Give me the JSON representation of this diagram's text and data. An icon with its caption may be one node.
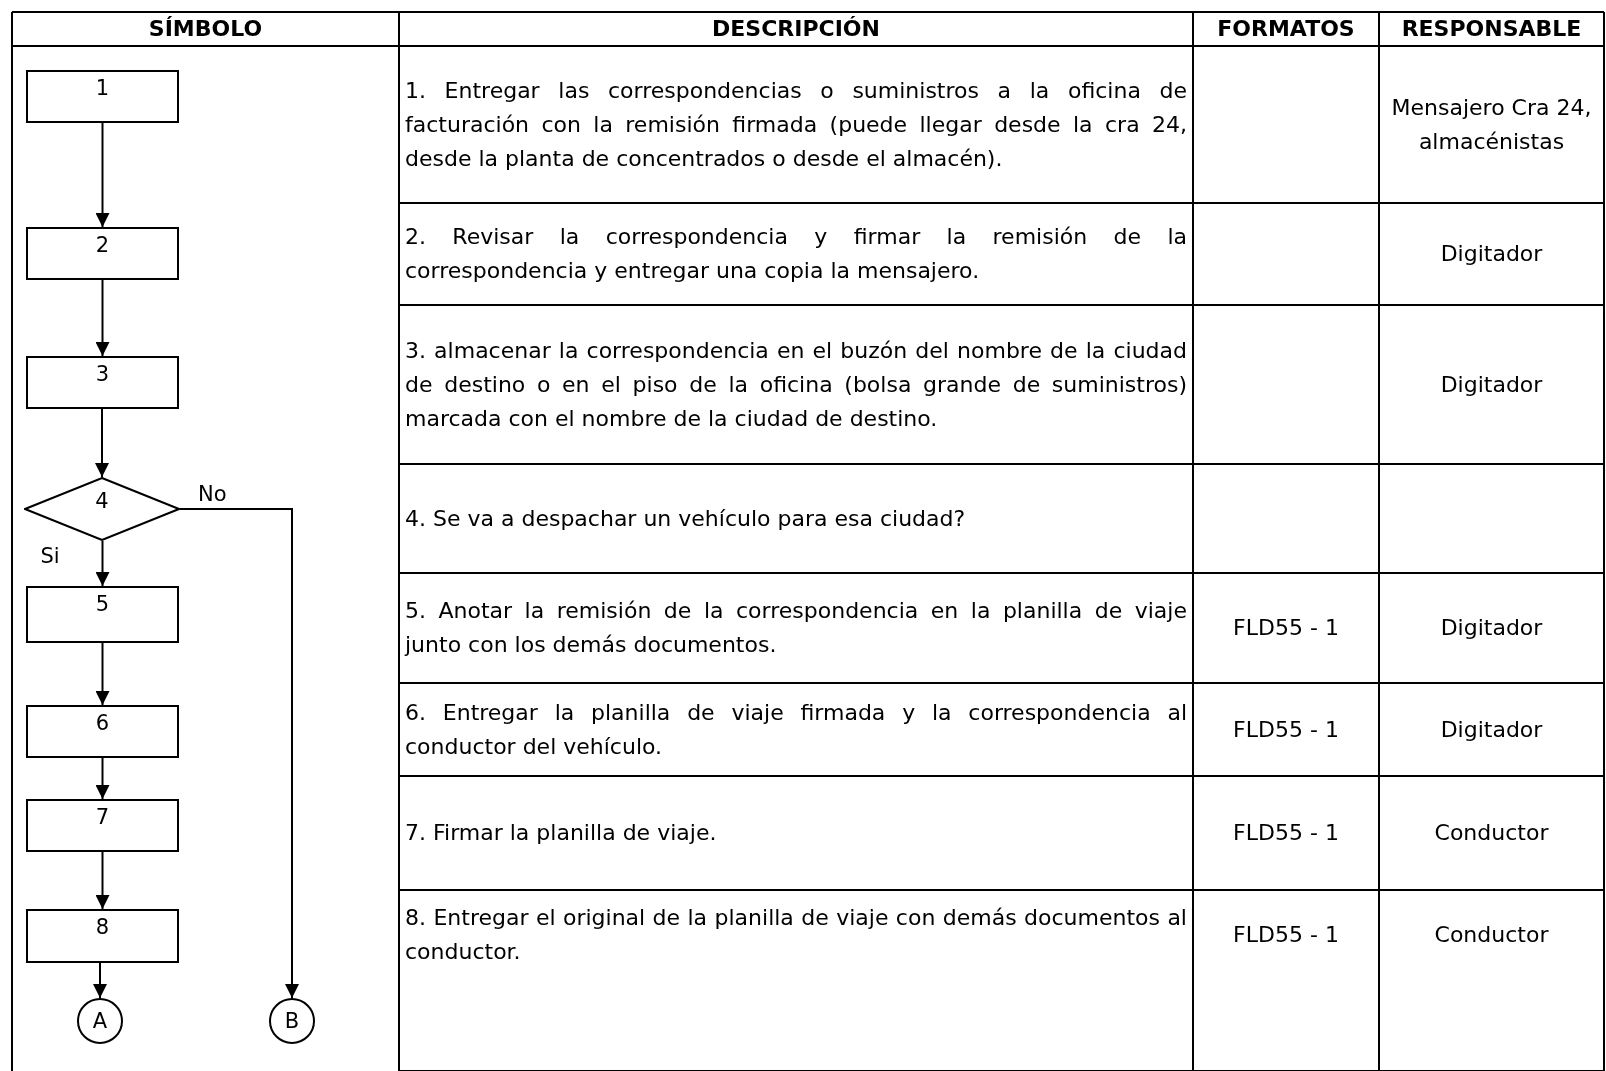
{
  "diagram": {
    "nodes": [
      {
        "text": [
          "1"
        ]
      },
      {
        "text": [
          "2"
        ]
      },
      {
        "text": [
          "3"
        ]
      },
      {
        "text": [
          "4"
        ]
      },
      {
        "text": [
          "5"
        ]
      },
      {
        "text": [
          "6"
        ]
      },
      {
        "text": [
          "7"
        ]
      },
      {
        "text": [
          "8"
        ]
      },
      {
        "text": [
          "A"
        ]
      },
      {
        "text": [
          "B"
        ]
      }
    ],
    "edges": [
      {
        "from": 0,
        "to": 1,
        "arrow": "to"
      },
      {
        "from": 1,
        "to": 2,
        "arrow": "to"
      },
      {
        "from": 2,
        "to": 3,
        "arrow": "to"
      },
      {
        "from": 3,
        "to": 9,
        "arrow": "to",
        "label": "No"
      },
      {
        "from": 3,
        "to": 4,
        "arrow": "to",
        "label": "Si"
      },
      {
        "from": 4,
        "to": 5,
        "arrow": "to"
      },
      {
        "from": 5,
        "to": 6,
        "arrow": "to"
      },
      {
        "from": 6,
        "to": 7,
        "arrow": "to"
      },
      {
        "from": 7,
        "to": 8,
        "arrow": "to"
      }
    ],
    "labels": [
      "SÍMBOLO",
      "DESCRIPCIÓN",
      "FORMATOS",
      "RESPONSABLE",
      "1.  Entregar las correspondencias o suministros a la oficina de facturación con la remisión firmada (puede llegar desde la cra 24, desde la planta de concentrados o desde el almacén).",
      "Mensajero Cra 24, almacénistas",
      "2.  Revisar la correspondencia y firmar la remisión de la correspondencia y entregar una copia la mensajero.",
      "Digitador",
      "3.  almacenar la correspondencia en el buzón del nombre de la ciudad de destino o en el piso de la oficina (bolsa grande de suministros) marcada con el nombre de la ciudad de destino.",
      "Digitador",
      "4.  Se va a despachar un vehículo para esa ciudad?",
      "5.  Anotar la remisión de la correspondencia en la planilla de viaje junto con los demás documentos.",
      "FLD55 - 1",
      "Digitador",
      "6.  Entregar la planilla de viaje firmada y la correspondencia al conductor del vehículo.",
      "FLD55 - 1",
      "Digitador",
      "7. Firmar la planilla de viaje.",
      "FLD55 - 1",
      "Conductor",
      "8.  Entregar el original de la planilla de viaje con demás documentos al conductor.",
      "FLD55 - 1",
      "Conductor"
    ]
  }
}
